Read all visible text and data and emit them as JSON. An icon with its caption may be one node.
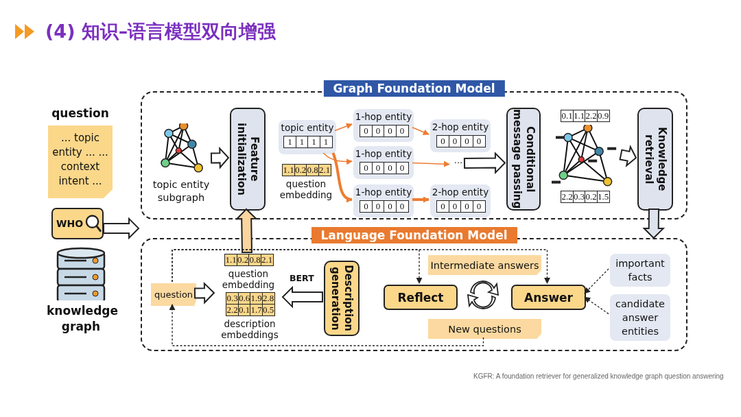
{
  "diagram": {
    "title": "(4) 知识–语言模型双向增强",
    "nodes": [
      {
        "text": [
          "question",
          "... topic entity ... ... context intent ..."
        ]
      },
      {
        "text": [
          "WHO"
        ]
      },
      {
        "text": [
          "knowledge graph"
        ]
      },
      {
        "text": [
          "Graph Foundation Model"
        ]
      },
      {
        "text": [
          "topic entity subgraph"
        ],
        "in": 3
      },
      {
        "text": [
          "Feature initialization"
        ],
        "in": 3
      },
      {
        "text": [
          "topic entity",
          "1",
          "1",
          "1",
          "1"
        ],
        "in": 3
      },
      {
        "text": [
          "1.1",
          "0.2",
          "0.8",
          "2.1",
          "question embedding"
        ],
        "in": 3
      },
      {
        "text": [
          "1-hop entity",
          "0",
          "0",
          "0",
          "0"
        ],
        "in": 3
      },
      {
        "text": [
          "1-hop entity",
          "0",
          "0",
          "0",
          "0"
        ],
        "in": 3
      },
      {
        "text": [
          "1-hop entity",
          "0",
          "0",
          "0",
          "0"
        ],
        "in": 3
      },
      {
        "text": [
          "2-hop entity",
          "0",
          "0",
          "0",
          "0"
        ],
        "in": 3
      },
      {
        "text": [
          "..."
        ],
        "in": 3
      },
      {
        "text": [
          "2-hop entity",
          "0",
          "0",
          "0",
          "0"
        ],
        "in": 3
      },
      {
        "text": [
          "Conditional message passing"
        ],
        "in": 3
      },
      {
        "text": [
          "0.1",
          "1.1",
          "2.2",
          "0.9",
          "2.2",
          "0.3",
          "0.2",
          "1.5"
        ],
        "in": 3
      },
      {
        "text": [
          "Knowledge retrieval"
        ],
        "in": 3
      },
      {
        "text": [
          "Language Foundation Model"
        ]
      },
      {
        "text": [
          "question"
        ],
        "in": 17
      },
      {
        "text": [
          "1.1",
          "0.2",
          "0.8",
          "2.1",
          "question embedding"
        ],
        "in": 17
      },
      {
        "text": [
          "0.3",
          "0.6",
          "1.9",
          "2.8",
          "2.2",
          "0.1",
          "1.7",
          "0.5",
          "description embeddings"
        ],
        "in": 17
      },
      {
        "text": [
          "Description generation"
        ],
        "in": 17
      },
      {
        "text": [
          "Intermediate answers"
        ],
        "in": 17
      },
      {
        "text": [
          "Reflect"
        ],
        "in": 17
      },
      {
        "text": [
          "Answer"
        ],
        "in": 17
      },
      {
        "text": [
          "New questions"
        ],
        "in": 17
      },
      {
        "text": [
          "important facts"
        ],
        "in": 17
      },
      {
        "text": [
          "candidate answer entities"
        ],
        "in": 17
      }
    ],
    "edges": [
      {
        "from": 1,
        "to": null,
        "arrow": "to"
      },
      {
        "from": 4,
        "to": 5,
        "arrow": "to"
      },
      {
        "from": 6,
        "to": 8,
        "arrow": "to",
        "color": "#ed7d31"
      },
      {
        "from": 6,
        "to": 9,
        "arrow": "to",
        "color": "#ed7d31"
      },
      {
        "from": 6,
        "to": 10,
        "arrow": "to",
        "style": "thick",
        "color": "#ed7d31"
      },
      {
        "from": 8,
        "to": 11,
        "arrow": "to",
        "color": "#ed7d31"
      },
      {
        "from": 9,
        "to": 12,
        "arrow": "to",
        "color": "#ed7d31"
      },
      {
        "from": 10,
        "to": 13,
        "arrow": "to",
        "style": "thick",
        "color": "#ed7d31"
      },
      {
        "from": 12,
        "to": 14,
        "arrow": "to"
      },
      {
        "from": 15,
        "to": 16,
        "arrow": "to"
      },
      {
        "from": 16,
        "to": 17,
        "arrow": "to"
      },
      {
        "from": 21,
        "to": 20,
        "label": "BERT",
        "arrow": "to"
      },
      {
        "from": 18,
        "to": 20,
        "arrow": "to"
      },
      {
        "from": 19,
        "to": 5,
        "arrow": "to"
      },
      {
        "from": 25,
        "to": 18,
        "arrow": "to",
        "style": "dashed",
        "color": "#222222"
      },
      {
        "from": 18,
        "to": 23,
        "arrow": "to",
        "style": "dashed",
        "color": "#222222"
      },
      {
        "from": 18,
        "to": 24,
        "arrow": "to",
        "style": "dashed",
        "color": "#222222"
      },
      {
        "from": 26,
        "to": 24,
        "arrow": "to",
        "style": "dashed",
        "color": "#222222"
      },
      {
        "from": 27,
        "to": 24,
        "arrow": "to",
        "style": "dashed",
        "color": "#222222"
      }
    ],
    "labels": [
      "KGFR: A foundation retriever for generalized knowledge graph question answering"
    ]
  }
}
